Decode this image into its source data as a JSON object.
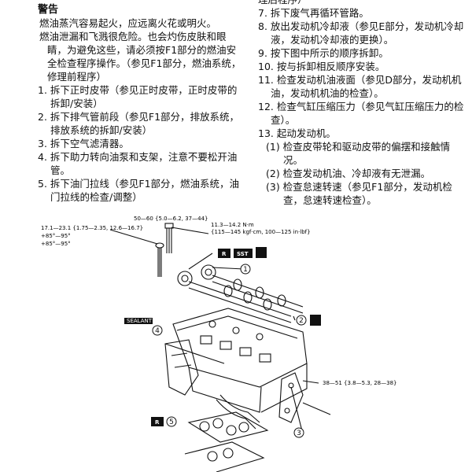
{
  "warning": {
    "title": "警告",
    "bullets": [
      "燃油蒸汽容易起火，应远离火花或明火。",
      "燃油泄漏和飞溅很危险。也会灼伤皮肤和眼睛，为避免这些，请必须按F1部分的燃油安全检查程序操作。（参见F1部分，燃油系统，修理前程序）"
    ]
  },
  "steps_left": [
    "1. 拆下正时皮带（参见正时皮带，正时皮带的拆卸/安装）",
    "2. 拆下排气管前段（参见F1部分，排放系统，排放系统的拆卸/安装）",
    "3. 拆下空气滤清器。",
    "4. 拆下助力转向油泵和支架，注意不要松开油管。",
    "5. 拆下油门拉线（参见F1部分，燃油系统，油门拉线的检查/调整）"
  ],
  "steps_right_top": "理后程序）",
  "steps_right": [
    "7. 拆下废气再循环管路。",
    "8. 放出发动机冷却液（参见E部分，发动机冷却液，发动机冷却液的更换）。",
    "9. 按下图中所示的顺序拆卸。",
    "10. 按与拆卸相反顺序安装。",
    "11. 检查发动机油液面（参见D部分，发动机机油，发动机机油的检查）。",
    "12. 检查气缸压缩压力（参见气缸压缩压力的检查）。",
    "13. 起动发动机。"
  ],
  "substeps": [
    "(1) 检查皮带轮和驱动皮带的偏摆和接触情况。",
    "(2) 检查发动机油、冷却液有无泄漏。",
    "(3) 检查怠速转速（参见F1部分，发动机检查，怠速转速检查）。"
  ],
  "diagram": {
    "torque1": "50—60 {5.0—6.2, 37—44}",
    "torque2": "11.3—14.2 N·m",
    "torque3": "{115—145 kgf·cm, 100—125 in·lbf}",
    "torque4": "17.1—23.1 {1.75—2.35, 12.6—16.7}",
    "angle1": "+85°—95°",
    "angle2": "+85°—95°",
    "torque5": "38—51 {3.8—5.3, 28—38}",
    "sealant": "SEALANT",
    "badge_r": "R",
    "badge_sst": "SST",
    "badge_r2": "R",
    "callouts": [
      "1",
      "2",
      "3",
      "4",
      "5"
    ]
  }
}
